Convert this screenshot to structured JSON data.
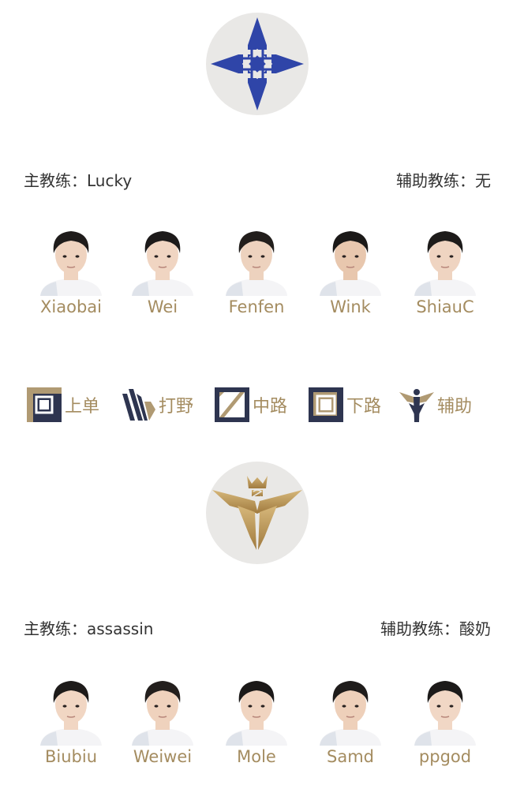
{
  "team1": {
    "head_coach": "主教练：Lucky",
    "assistant_coach": "辅助教练：无",
    "players": [
      {
        "name": "Xiaobai",
        "hair": "#1f1c1b",
        "skin": "#efd3bf"
      },
      {
        "name": "Wei",
        "hair": "#1c1a1a",
        "skin": "#f0d5c2"
      },
      {
        "name": "Fenfen",
        "hair": "#221e1c",
        "skin": "#edd2be"
      },
      {
        "name": "Wink",
        "hair": "#1b1918",
        "skin": "#e8c7ae"
      },
      {
        "name": "ShiauC",
        "hair": "#1d1b1a",
        "skin": "#efd4c1"
      }
    ]
  },
  "roles": [
    {
      "label": "上单",
      "icon": "top-lane-icon"
    },
    {
      "label": "打野",
      "icon": "jungle-icon"
    },
    {
      "label": "中路",
      "icon": "mid-lane-icon"
    },
    {
      "label": "下路",
      "icon": "bot-lane-icon"
    },
    {
      "label": "辅助",
      "icon": "support-icon"
    }
  ],
  "team2": {
    "head_coach": "主教练：assassin",
    "assistant_coach": "辅助教练：酸奶",
    "players": [
      {
        "name": "Biubiu",
        "hair": "#1e1b1a",
        "skin": "#f1d6c3"
      },
      {
        "name": "Weiwei",
        "hair": "#231f1d",
        "skin": "#efd2bd"
      },
      {
        "name": "Mole",
        "hair": "#1b1918",
        "skin": "#f0d4c0"
      },
      {
        "name": "Samd",
        "hair": "#1f1c1b",
        "skin": "#eed0ba"
      },
      {
        "name": "ppgod",
        "hair": "#1c1a19",
        "skin": "#f1d7c5"
      }
    ]
  },
  "colors": {
    "gold": "#a48c60",
    "navy": "#2e3550",
    "blue_logo": "#2f45a8",
    "logo_bg": "#e9e8e6"
  }
}
